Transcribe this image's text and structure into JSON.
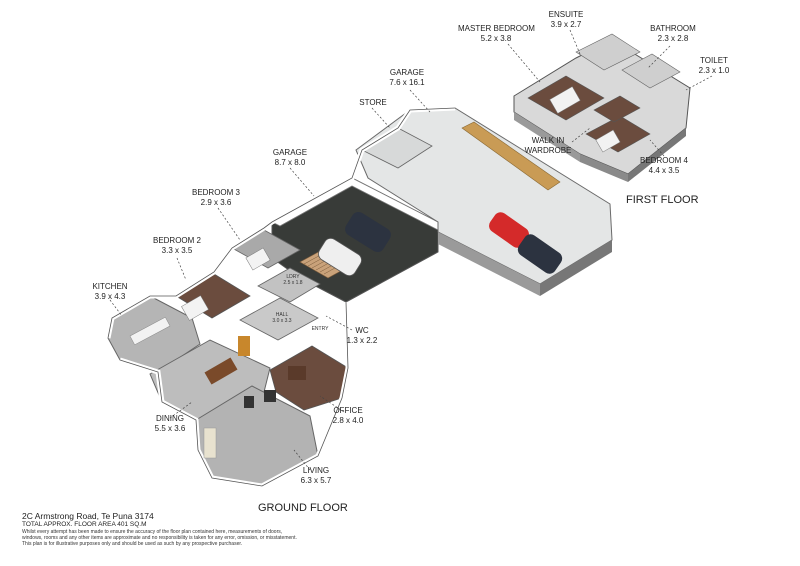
{
  "rooms": {
    "kitchen": {
      "name": "KITCHEN",
      "dims": "3.9 x 4.3"
    },
    "bedroom2": {
      "name": "BEDROOM 2",
      "dims": "3.3 x 3.5"
    },
    "bedroom3": {
      "name": "BEDROOM 3",
      "dims": "2.9 x 3.6"
    },
    "garage1": {
      "name": "GARAGE",
      "dims": "8.7 x 8.0"
    },
    "store": {
      "name": "STORE"
    },
    "garage2": {
      "name": "GARAGE",
      "dims": "7.6 x 16.1"
    },
    "master": {
      "name": "MASTER BEDROOM",
      "dims": "5.2 x 3.8"
    },
    "ensuite": {
      "name": "ENSUITE",
      "dims": "3.9 x 2.7"
    },
    "bathroom": {
      "name": "BATHROOM",
      "dims": "2.3 x 2.8"
    },
    "toilet": {
      "name": "TOILET",
      "dims": "2.3 x 1.0"
    },
    "walkin": {
      "name_line1": "WALK IN",
      "name_line2": "WARDROBE"
    },
    "bedroom4": {
      "name": "BEDROOM 4",
      "dims": "4.4 x 3.5"
    },
    "wc": {
      "name": "WC",
      "dims": "1.3 x 2.2"
    },
    "dining": {
      "name": "DINING",
      "dims": "5.5 x 3.6"
    },
    "office": {
      "name": "OFFICE",
      "dims": "2.8 x 4.0"
    },
    "living": {
      "name": "LIVING",
      "dims": "6.3 x 5.7"
    },
    "laundry": {
      "name": "LDRY",
      "dims": "2.5 x 1.8"
    },
    "hall": {
      "name": "HALL",
      "dims": "3.0 x 3.3"
    },
    "entry": {
      "name": "ENTRY"
    }
  },
  "floors": {
    "ground": "GROUND FLOOR",
    "first": "FIRST FLOOR"
  },
  "footer": {
    "address": "2C Armstrong Road, Te Puna 3174",
    "area": "TOTAL APPROX. FLOOR AREA 401 SQ.M",
    "disclaimer1": "Whilst every attempt has been made to ensure the accuracy of the floor plan contained here, measurements of doors,",
    "disclaimer2": "windows, rooms and any other items are approximate and no responsibility is taken for any error, omission, or misstatement.",
    "disclaimer3": "This plan is for illustrative purposes only and should be used as such by any prospective purchaser."
  },
  "colors": {
    "wall": "#ffffff",
    "wall_edge": "#5a5a5a",
    "floor_grey": "#b9b9b9",
    "garage_dark": "#3a3d3a",
    "garage_light": "#e6e7e7",
    "wood": "#6a4a3a",
    "car_red": "#d42a2a",
    "car_dark": "#2c3340"
  }
}
